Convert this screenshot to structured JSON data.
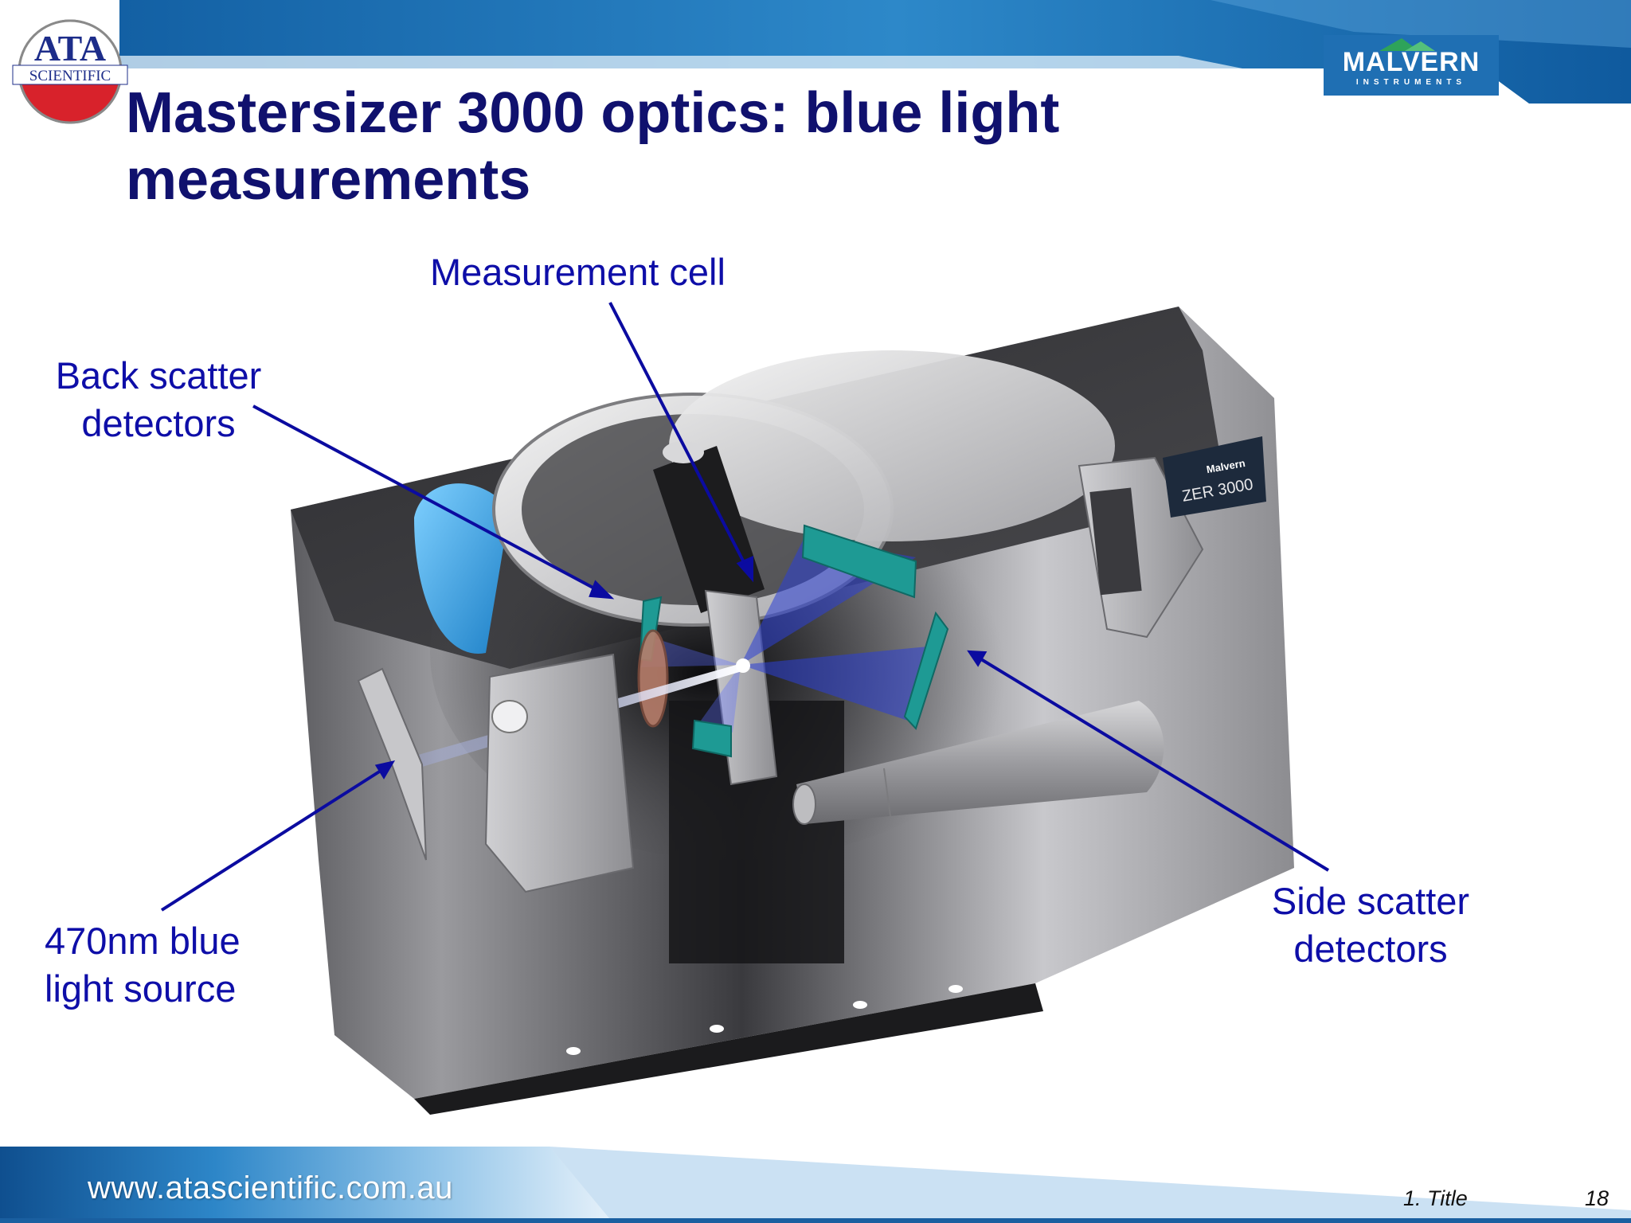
{
  "slide": {
    "title": "Mastersizer 3000 optics: blue light measurements",
    "footer_url": "www.atascientific.com.au",
    "section": "1. Title",
    "page_number": "18"
  },
  "logos": {
    "ata": "ATA SCIENTIFIC",
    "malvern": "MALVERN INSTRUMENTS",
    "instrument_badge": "Malvern",
    "instrument_model": "ZER 3000"
  },
  "callouts": {
    "measurement_cell": "Measurement cell",
    "back_scatter_line1": "Back scatter",
    "back_scatter_line2": "detectors",
    "light_source_line1": "470nm blue",
    "light_source_line2": "light source",
    "side_scatter_line1": "Side scatter",
    "side_scatter_line2": "detectors"
  },
  "colors": {
    "title": "#10116e",
    "callout_text": "#0e0ea8",
    "leader_line": "#0b0ba0",
    "band_blue": "#1e74b8",
    "beam": "#4a5cff",
    "detector_teal": "#1e9a94"
  }
}
